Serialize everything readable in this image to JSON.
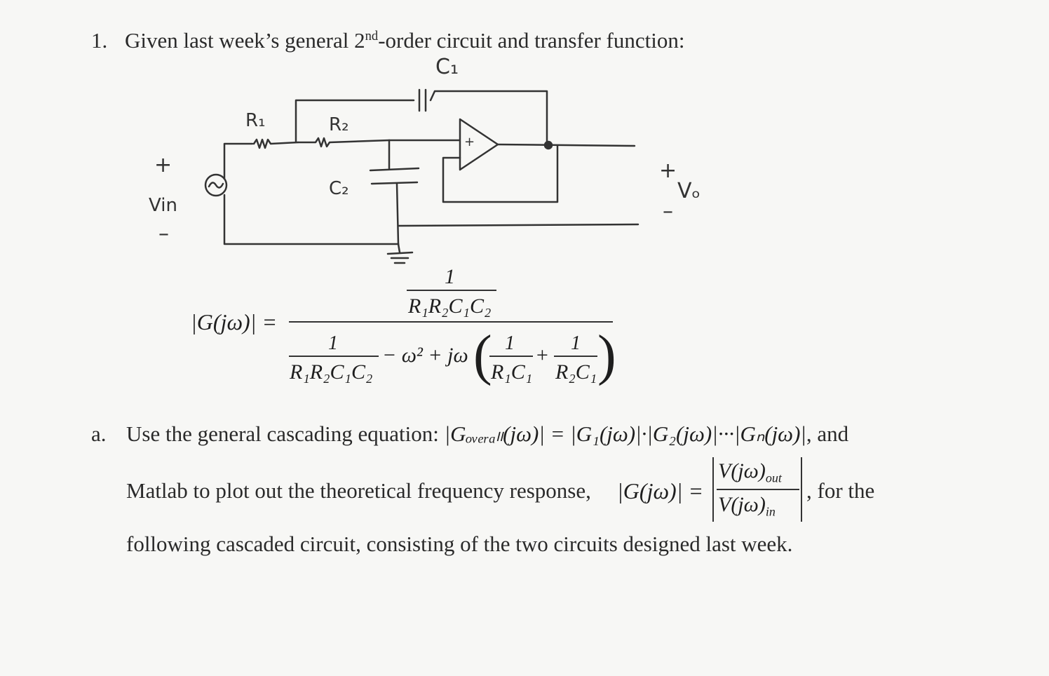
{
  "problem": {
    "number": "1.",
    "intro_text": "Given last week’s general 2",
    "intro_sup": "nd",
    "intro_rest": "-order circuit and transfer function:"
  },
  "circuit": {
    "labels": {
      "c1": "C₁",
      "r1": "R₁",
      "r2": "R₂",
      "c2": "C₂",
      "vin": "Vin",
      "vo": "Vₒ",
      "plus_in": "+",
      "minus_in": "–",
      "plus_out": "+",
      "minus_out": "–",
      "opamp_sign": "+"
    }
  },
  "equation1": {
    "lhs": "|G(jω)| =",
    "num_one": "1",
    "num_den": "R₁R₂C₁C₂",
    "den_one": "1",
    "den_den": "R₁R₂C₁C₂",
    "minus_omega": "− ω² + jω",
    "paren_one_a": "1",
    "paren_den_a": "R₁C₁",
    "plus": "+",
    "paren_one_b": "1",
    "paren_den_b": "R₂C₁"
  },
  "part_a": {
    "label": "a.",
    "line1_prefix": "Use the general cascading equation:",
    "cascade_eq": "|Gₒᵥₑᵣₐₗₗ(jω)| = |G₁(jω)|·|G₂(jω)|···|Gₙ(jω)|",
    "line1_suffix": ", and",
    "line2_prefix": "Matlab to plot out the theoretical frequency response,",
    "g_eq": "|G(jω)| =",
    "v_out": "V(jω)",
    "v_out_sub": "out",
    "v_in": "V(jω)",
    "v_in_sub": "in",
    "line2_suffix": ", for the",
    "line3": "following cascaded circuit, consisting of the two circuits designed last week."
  }
}
